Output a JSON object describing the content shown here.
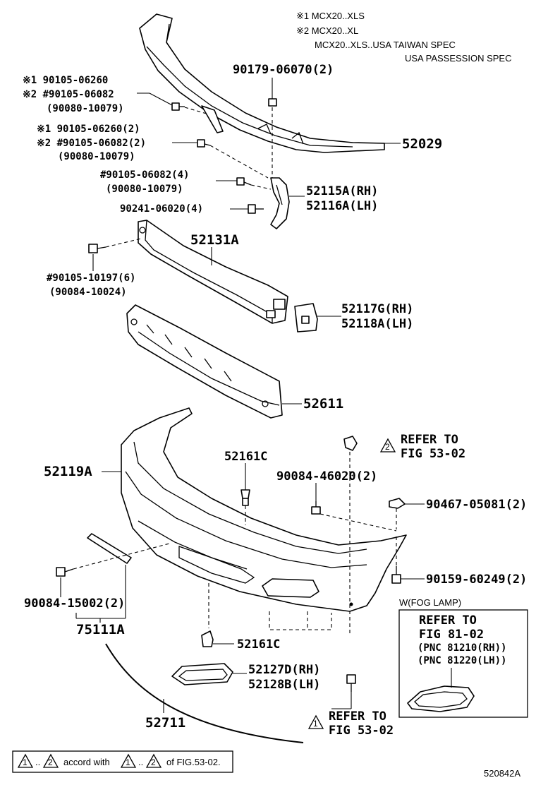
{
  "notes": {
    "n1": "※1 MCX20..XLS",
    "n2": "※2 MCX20..XL",
    "n3": "MCX20..XLS..USA  TAIWAN SPEC",
    "n4": "USA PASSESSION SPEC"
  },
  "labels": {
    "bolt_a_1": "※1  90105-06260",
    "bolt_a_2": "※2 #90105-06082",
    "bolt_a_3": "(90080-10079)",
    "bolt_b_1": "※1  90105-06260(2)",
    "bolt_b_2": "※2 #90105-06082(2)",
    "bolt_b_3": "(90080-10079)",
    "bolt_c_1": "#90105-06082(4)",
    "bolt_c_2": "(90080-10079)",
    "bolt_d": "90241-06020(4)",
    "nut_top": "90179-06070(2)",
    "p52029": "52029",
    "p52115": "52115A(RH)",
    "p52116": "52116A(LH)",
    "p52131": "52131A",
    "bolt_e_1": "#90105-10197(6)",
    "bolt_e_2": "(90084-10024)",
    "p52117": "52117G(RH)",
    "p52118": "52118A(LH)",
    "p52611": "52611",
    "refer_top_1": "REFER TO",
    "refer_top_2": "FIG 53-02",
    "p52119": "52119A",
    "p52161_top": "52161C",
    "clip_90084": "90084-46020(2)",
    "clip_90467": "90467-05081(2)",
    "screw_90159": "90159-60249(2)",
    "screw_90084_15002": "90084-15002(2)",
    "p75111": "75111A",
    "p52161_bot": "52161C",
    "p52127": "52127D(RH)",
    "p52128": "52128B(LH)",
    "p52711": "52711",
    "refer_bot_1": "REFER TO",
    "refer_bot_2": "FIG 53-02",
    "fog_title": "W(FOG LAMP)",
    "fog_refer_1": "REFER TO",
    "fog_refer_2": "FIG 81-02",
    "fog_pnc_1": "(PNC 81210(RH))",
    "fog_pnc_2": "(PNC 81220(LH))",
    "legend_accord": "accord with",
    "legend_of": "of FIG.53-02.",
    "diagram_id": "520842A"
  },
  "triangles": {
    "t1": "1",
    "t2": "2"
  }
}
